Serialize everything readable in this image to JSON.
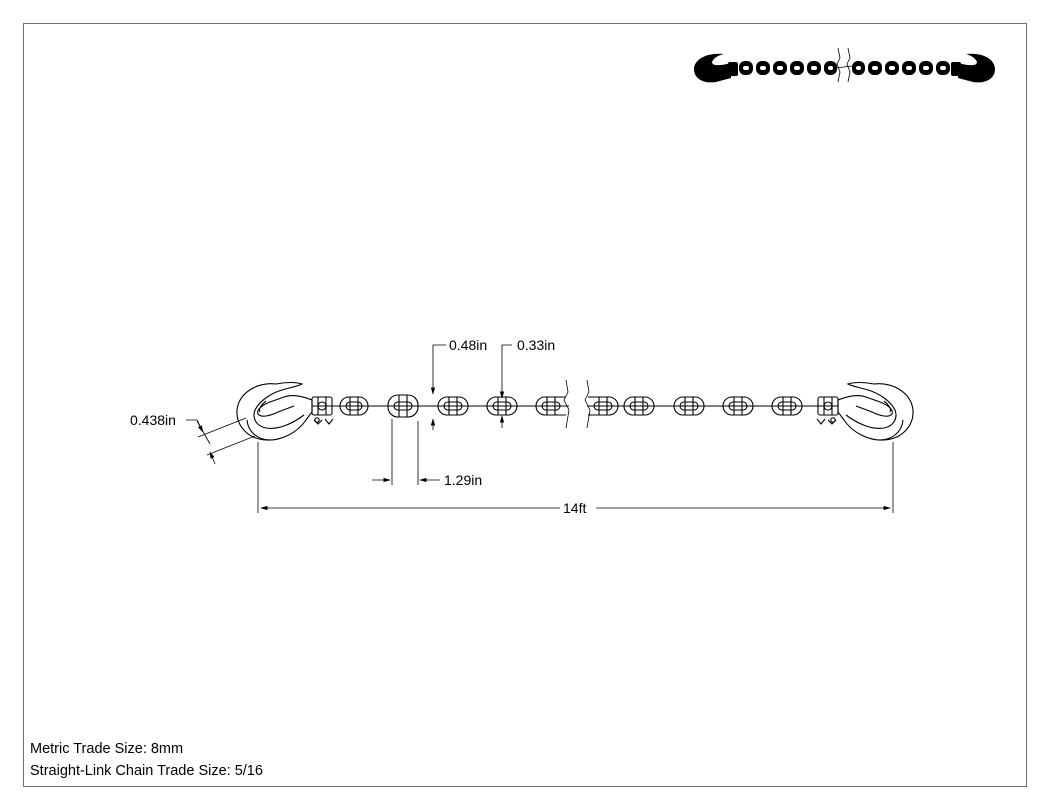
{
  "drawing": {
    "dimensions": {
      "link_outer_width": "0.48in",
      "link_wire_diameter": "0.33in",
      "hook_throat": "0.438in",
      "link_pitch": "1.29in",
      "overall_length": "14ft"
    },
    "specs": {
      "metric_trade_size": "Metric Trade Size: 8mm",
      "chain_trade_size": "Straight-Link Chain Trade Size: 5/16"
    }
  },
  "colors": {
    "line": "#000000",
    "paper": "#ffffff",
    "frame": "#6e6e6e"
  }
}
